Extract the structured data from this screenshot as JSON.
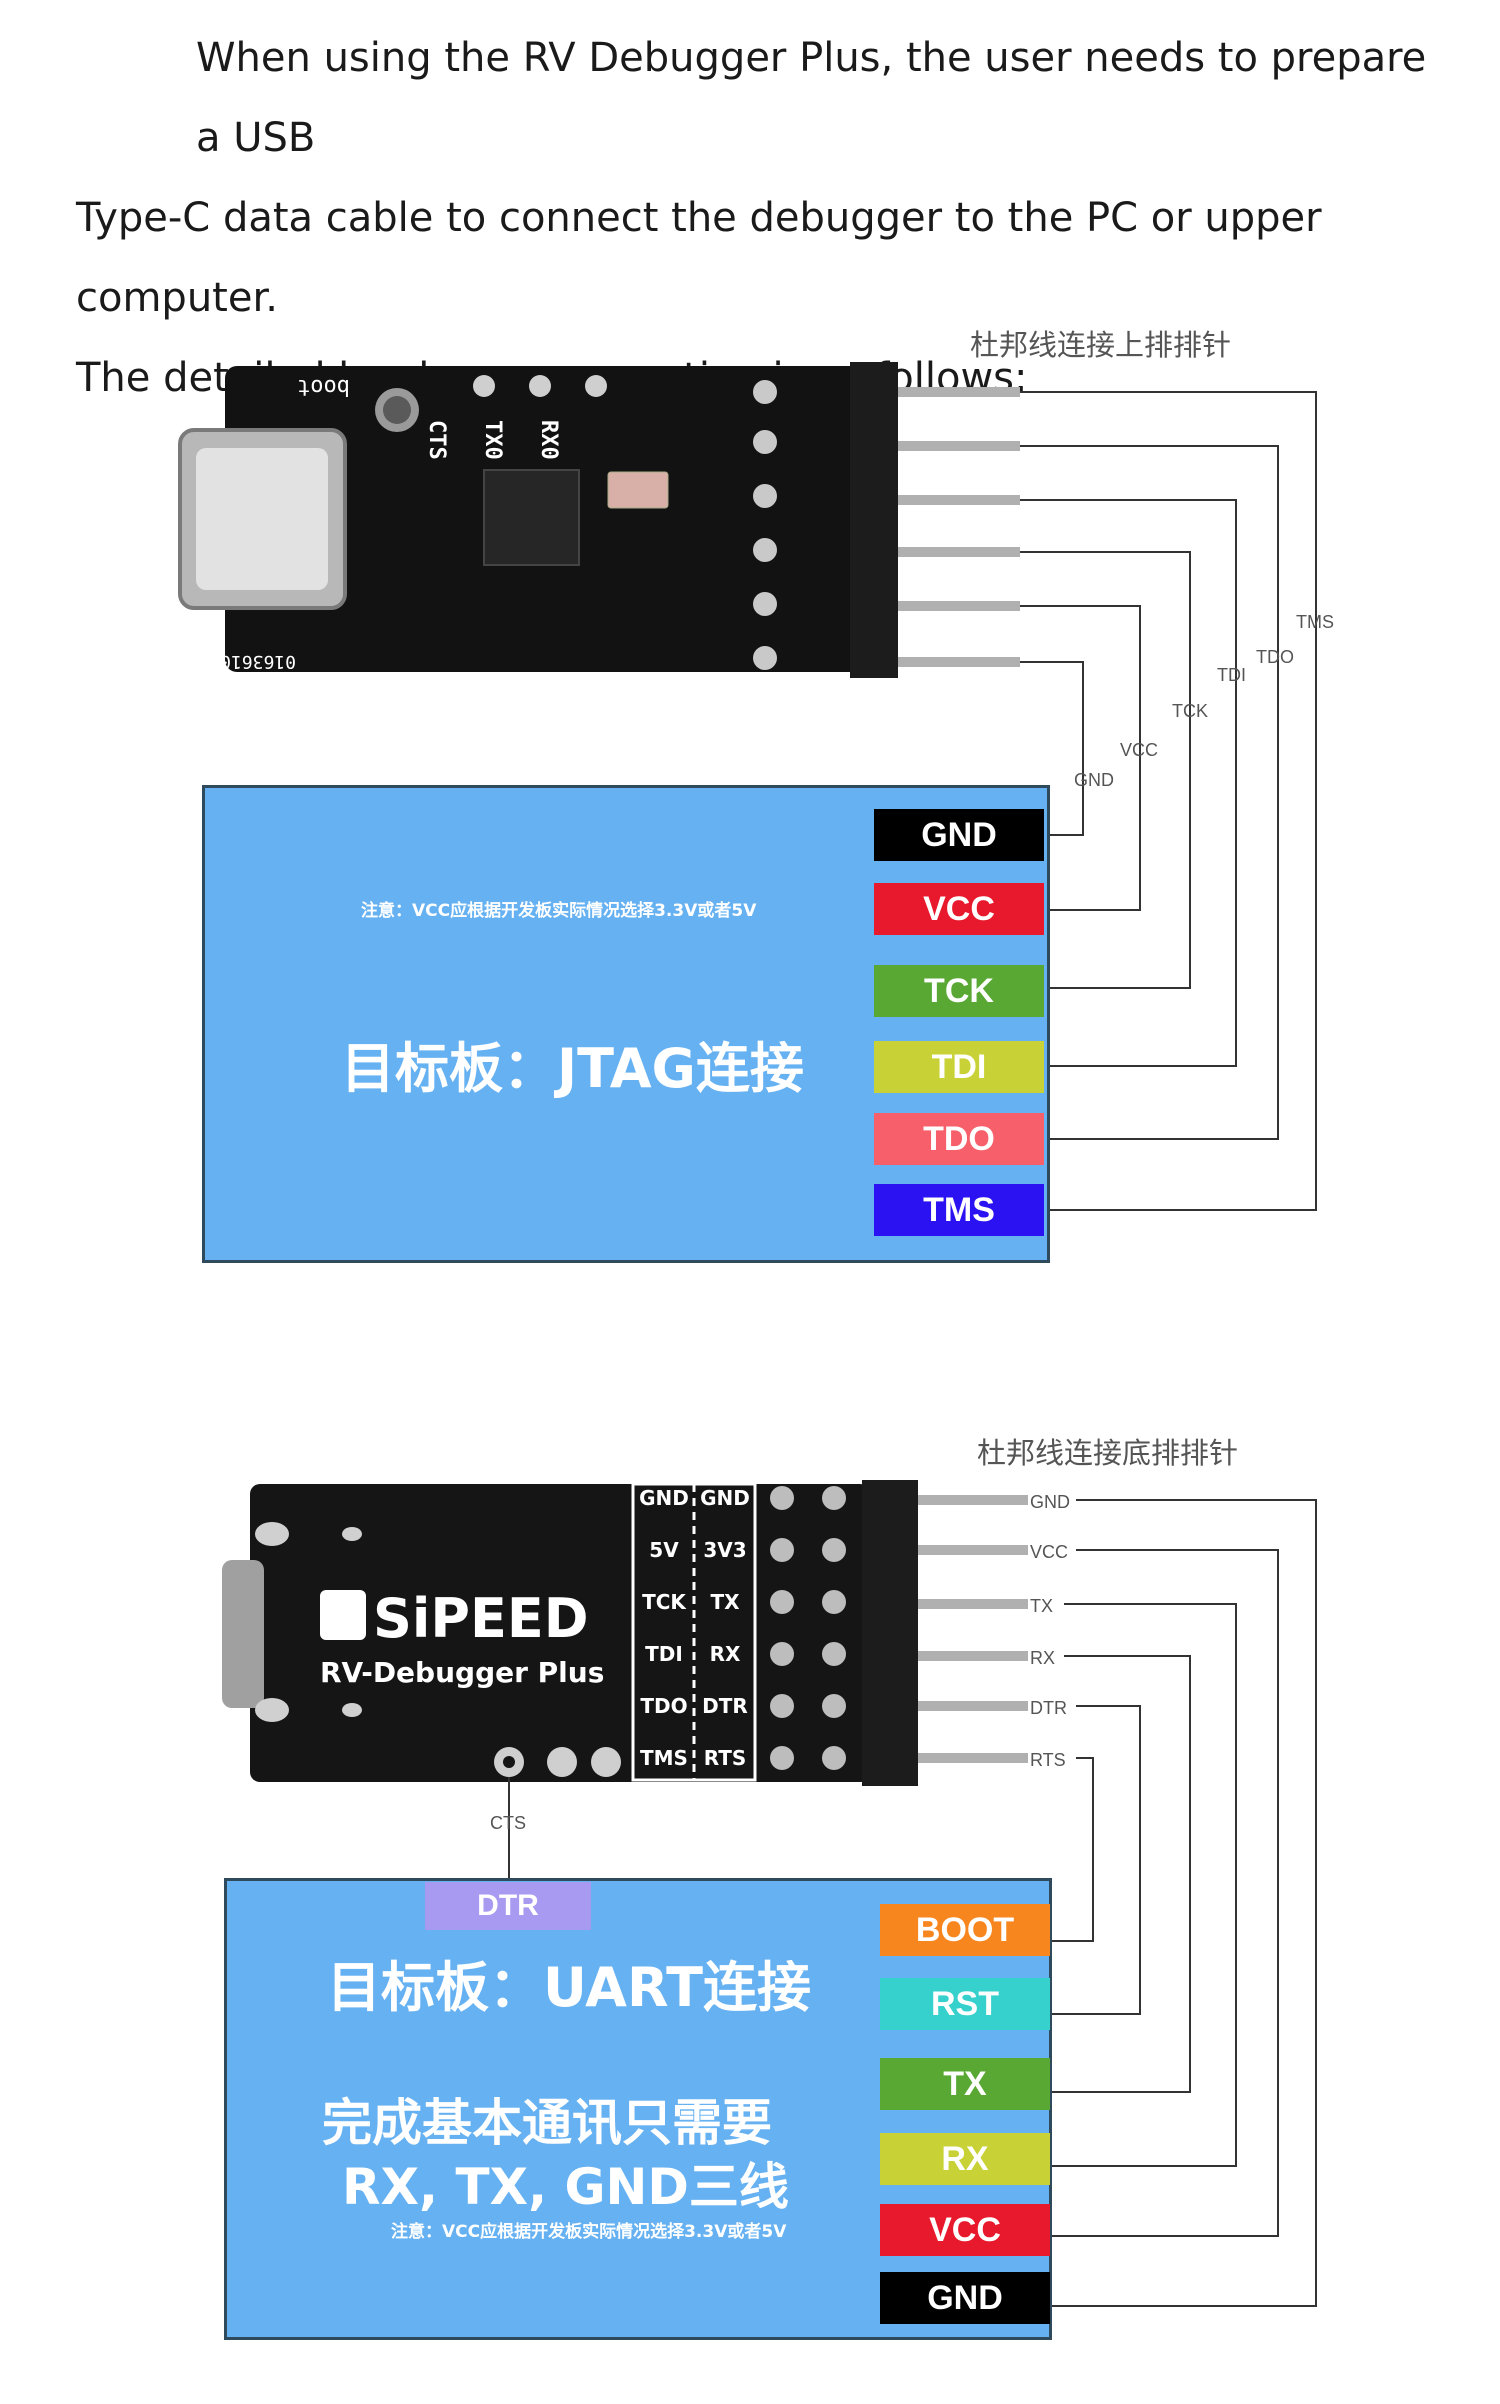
{
  "intro": {
    "line1": "When using the  RV Debugger Plus, the user needs to prepare a USB",
    "line2": "Type-C data cable to connect the debugger to the PC or upper computer.",
    "line3": "The detailed hardware connection is as follows:"
  },
  "jtag": {
    "header_title": "杜邦线连接上排排针",
    "board_labels": {
      "boot": "boot",
      "cts": "CTS",
      "tx0": "TX0",
      "rx0": "RX0",
      "code": "0163610"
    },
    "wire_labels": {
      "gnd": "GND",
      "vcc": "VCC",
      "tck": "TCK",
      "tdi": "TDI",
      "tdo": "TDO",
      "tms": "TMS"
    },
    "target": {
      "note": "注意：VCC应根据开发板实际情况选择3.3V或者5V",
      "title": "目标板：JTAG连接"
    },
    "pins": [
      {
        "label": "GND",
        "color": "#000000"
      },
      {
        "label": "VCC",
        "color": "#e8192c"
      },
      {
        "label": "TCK",
        "color": "#58a833"
      },
      {
        "label": "TDI",
        "color": "#c8d236"
      },
      {
        "label": "TDO",
        "color": "#f7606a"
      },
      {
        "label": "TMS",
        "color": "#2a12f2"
      }
    ]
  },
  "uart": {
    "header_title": "杜邦线连接底排排针",
    "brand": "SiPEED",
    "product": "RV-Debugger Plus",
    "silk_left": [
      "GND",
      "5V",
      "TCK",
      "TDI",
      "TDO",
      "TMS"
    ],
    "silk_right": [
      "GND",
      "3V3",
      "TX",
      "RX",
      "DTR",
      "RTS"
    ],
    "cts_label": "CTS",
    "wire_labels": {
      "gnd": "GND",
      "vcc": "VCC",
      "tx": "TX",
      "rx": "RX",
      "dtr": "DTR",
      "rts": "RTS"
    },
    "dtr_tag": "DTR",
    "target": {
      "title": "目标板：UART连接",
      "sub1": "完成基本通讯只需要",
      "sub2": "RX, TX, GND三线",
      "note": "注意：VCC应根据开发板实际情况选择3.3V或者5V"
    },
    "pins": [
      {
        "label": "BOOT",
        "color": "#f7861f"
      },
      {
        "label": "RST",
        "color": "#36d1cc"
      },
      {
        "label": "TX",
        "color": "#58a833"
      },
      {
        "label": "RX",
        "color": "#c8d236"
      },
      {
        "label": "VCC",
        "color": "#e8192c"
      },
      {
        "label": "GND",
        "color": "#000000"
      }
    ],
    "dtr_tag_color": "#a89af0"
  }
}
